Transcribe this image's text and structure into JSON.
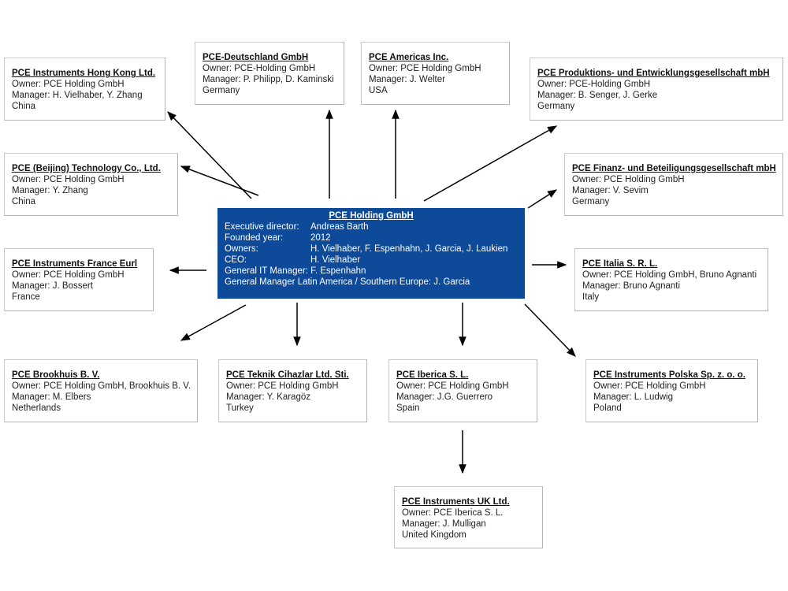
{
  "colors": {
    "hub_background": "#0d4a9a",
    "hub_text": "#ffffff",
    "arrow": "#000000"
  },
  "hub": {
    "title": "PCE Holding GmbH",
    "rows": [
      {
        "label": "Executive director:",
        "value": "Andreas Barth"
      },
      {
        "label": "Founded year:",
        "value": "2012"
      },
      {
        "label": "Owners:",
        "value": "H. Vielhaber, F. Espenhahn, J. Garcia, J. Laukien"
      },
      {
        "label": "CEO:",
        "value": "H. Vielhaber"
      }
    ],
    "line_it": "General IT Manager: F. Espenhahn",
    "line_latam": "General Manager Latin America / Southern Europe: J. Garcia"
  },
  "companies": {
    "hongkong": {
      "title": "PCE Instruments Hong Kong Ltd.",
      "owner": "Owner: PCE Holding GmbH",
      "manager": "Manager: H. Vielhaber,  Y. Zhang",
      "country": "China"
    },
    "deutschland": {
      "title": "PCE-Deutschland GmbH",
      "owner": "Owner: PCE-Holding GmbH",
      "manager": "Manager: P. Philipp, D. Kaminski",
      "country": "Germany"
    },
    "americas": {
      "title": "PCE Americas Inc.",
      "owner": "Owner: PCE Holding GmbH",
      "manager": "Manager: J. Welter",
      "country": "USA"
    },
    "produktion": {
      "title": "PCE Produktions- und Entwicklungsgesellschaft mbH",
      "owner": "Owner: PCE-Holding GmbH",
      "manager": "Manager: B. Senger, J. Gerke",
      "country": "Germany"
    },
    "beijing": {
      "title": "PCE (Beijing) Technology Co., Ltd.",
      "owner": "Owner: PCE Holding GmbH",
      "manager": "Manager:  Y. Zhang",
      "country": "China"
    },
    "finanz": {
      "title": "PCE Finanz- und Beteiligungsgesellschaft mbH",
      "owner": "Owner: PCE Holding GmbH",
      "manager": "Manager: V. Sevim",
      "country": "Germany"
    },
    "france": {
      "title": "PCE Instruments France Eurl",
      "owner": "Owner: PCE Holding GmbH",
      "manager": "Manager: J. Bossert",
      "country": "France"
    },
    "italia": {
      "title": "PCE Italia S. R. L.",
      "owner": "Owner: PCE Holding GmbH, Bruno Agnanti",
      "manager": "Manager: Bruno Agnanti",
      "country": "Italy"
    },
    "brookhuis": {
      "title": "PCE Brookhuis B. V.",
      "owner": "Owner: PCE Holding GmbH, Brookhuis B. V.",
      "manager": "Manager: M. Elbers",
      "country": "Netherlands"
    },
    "teknik": {
      "title": "PCE Teknik Cihazlar Ltd. Sti.",
      "owner": "Owner: PCE Holding GmbH",
      "manager": "Manager: Y. Karagöz",
      "country": "Turkey"
    },
    "iberica": {
      "title": "PCE Iberica S. L.",
      "owner": "Owner: PCE Holding GmbH",
      "manager": "Manager: J.G. Guerrero",
      "country": "Spain"
    },
    "polska": {
      "title": "PCE Instruments Polska Sp. z. o. o.",
      "owner": "Owner: PCE Holding GmbH",
      "manager": "Manager: L. Ludwig",
      "country": "Poland"
    },
    "uk": {
      "title": "PCE Instruments UK Ltd.",
      "owner": "Owner: PCE Iberica S. L.",
      "manager": "Manager: J. Mulligan",
      "country": "United Kingdom"
    }
  }
}
